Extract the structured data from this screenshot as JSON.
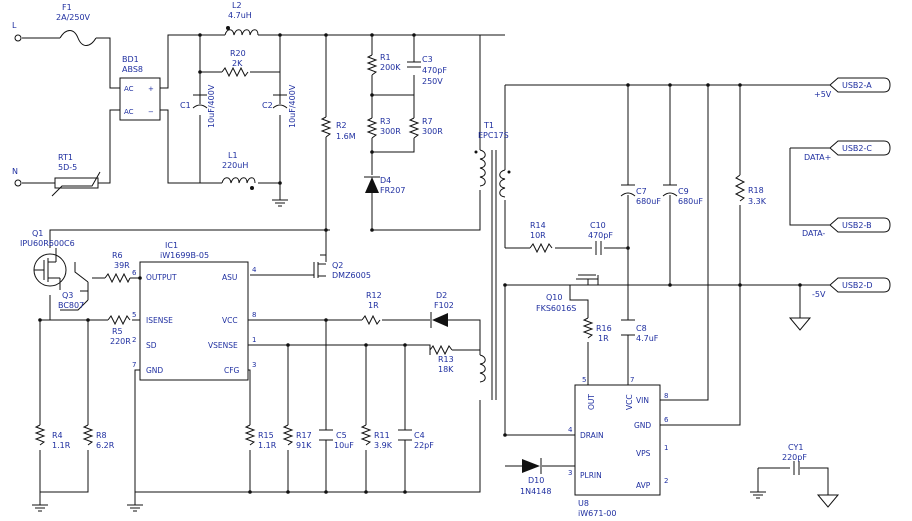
{
  "components": {
    "F1": {
      "ref": "F1",
      "value": "2A/250V"
    },
    "L2": {
      "ref": "L2",
      "value": "4.7uH"
    },
    "BD1": {
      "ref": "BD1",
      "value": "ABS8",
      "ac1": "AC",
      "ac2": "AC",
      "plus": "+",
      "minus": "−"
    },
    "R20": {
      "ref": "R20",
      "value": "2K"
    },
    "C1": {
      "ref": "C1",
      "value": "10uF/400V"
    },
    "C2": {
      "ref": "C2",
      "value": "10uF/400V"
    },
    "L1": {
      "ref": "L1",
      "value": "220uH"
    },
    "RT1": {
      "ref": "RT1",
      "value": "5D-5"
    },
    "R1": {
      "ref": "R1",
      "value": "200K"
    },
    "C3": {
      "ref": "C3",
      "value": "470pF",
      "value2": "250V"
    },
    "R2": {
      "ref": "R2",
      "value": "1.6M"
    },
    "R3": {
      "ref": "R3",
      "value": "300R"
    },
    "R7": {
      "ref": "R7",
      "value": "300R"
    },
    "D4": {
      "ref": "D4",
      "value": "FR207"
    },
    "T1": {
      "ref": "T1",
      "value": "EPC17S"
    },
    "Q1": {
      "ref": "Q1",
      "value": "IPU60R600C6"
    },
    "IC1": {
      "ref": "IC1",
      "value": "iW1699B-05"
    },
    "Q2": {
      "ref": "Q2",
      "value": "DMZ6005"
    },
    "R6": {
      "ref": "R6",
      "value": "39R"
    },
    "Q3": {
      "ref": "Q3",
      "value": "BC807"
    },
    "R5": {
      "ref": "R5",
      "value": "220R"
    },
    "R12": {
      "ref": "R12",
      "value": "1R"
    },
    "D2": {
      "ref": "D2",
      "value": "F102"
    },
    "R13": {
      "ref": "R13",
      "value": "18K"
    },
    "R4": {
      "ref": "R4",
      "value": "1.1R"
    },
    "R8": {
      "ref": "R8",
      "value": "6.2R"
    },
    "R15": {
      "ref": "R15",
      "value": "1.1R"
    },
    "R17": {
      "ref": "R17",
      "value": "91K"
    },
    "C5": {
      "ref": "C5",
      "value": "10uF"
    },
    "R11": {
      "ref": "R11",
      "value": "3.9K"
    },
    "C4": {
      "ref": "C4",
      "value": "22pF"
    },
    "R14": {
      "ref": "R14",
      "value": "10R"
    },
    "C10": {
      "ref": "C10",
      "value": "470pF"
    },
    "C7": {
      "ref": "C7",
      "value": "680uF"
    },
    "C9": {
      "ref": "C9",
      "value": "680uF"
    },
    "R18": {
      "ref": "R18",
      "value": "3.3K"
    },
    "Q10": {
      "ref": "Q10",
      "value": "FKS6016S"
    },
    "R16": {
      "ref": "R16",
      "value": "1R"
    },
    "C8": {
      "ref": "C8",
      "value": "4.7uF"
    },
    "D10": {
      "ref": "D10",
      "value": "1N4148"
    },
    "U8": {
      "ref": "U8",
      "value": "iW671-00"
    },
    "CY1": {
      "ref": "CY1",
      "value": "220pF"
    }
  },
  "ic1_pins": {
    "output": "OUTPUT",
    "asu": "ASU",
    "isense": "ISENSE",
    "vcc": "VCC",
    "sd": "SD",
    "vsense": "VSENSE",
    "gnd": "GND",
    "cfg": "CFG",
    "n6": "6",
    "n4": "4",
    "n5": "5",
    "n8": "8",
    "n2": "2",
    "n1": "1",
    "n7": "7",
    "n3": "3"
  },
  "u8_pins": {
    "out": "OUT",
    "vcc": "VCC",
    "vin": "VIN",
    "gnd": "GND",
    "drain": "DRAIN",
    "vps": "VPS",
    "plrin": "PLRIN",
    "avp": "AVP",
    "n5": "5",
    "n7": "7",
    "n8": "8",
    "n6": "6",
    "n4": "4",
    "n1": "1",
    "n3": "3",
    "n2": "2"
  },
  "terminals": {
    "L": "L",
    "N": "N",
    "usb_a": "USB2-A",
    "usb_c": "USB2-C",
    "usb_b": "USB2-B",
    "usb_d": "USB2-D",
    "plus5": "+5V",
    "minus5": "-5V",
    "data_plus": "DATA+",
    "data_minus": "DATA-"
  }
}
